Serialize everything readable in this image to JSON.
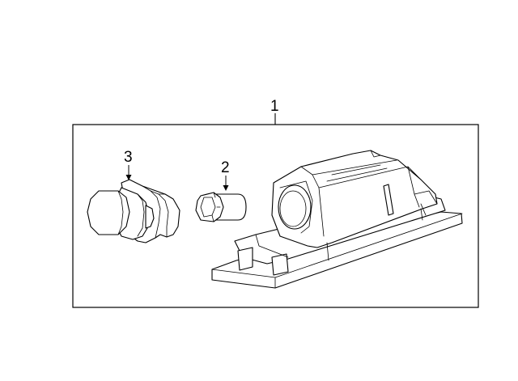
{
  "diagram": {
    "callouts": {
      "assembly": "1",
      "bulb": "2",
      "socket": "3"
    },
    "colors": {
      "stroke": "#000000",
      "background": "#ffffff"
    }
  }
}
